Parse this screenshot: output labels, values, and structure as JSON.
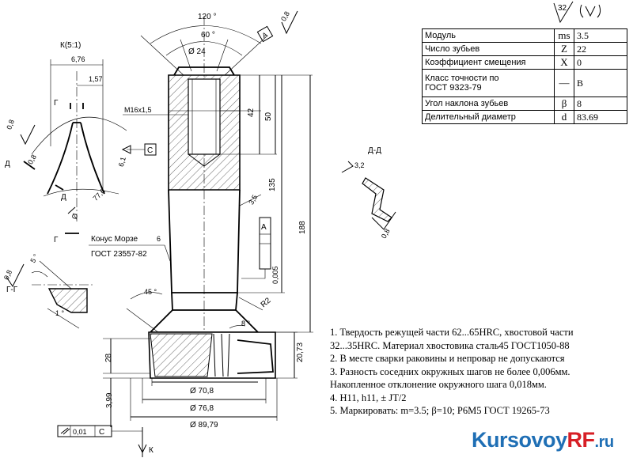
{
  "drawing": {
    "detail_k_title": "К(5:1)",
    "section_gg_title": "Г-Г",
    "section_dd_title": "Д-Д",
    "morse_label": "Конус Морзе",
    "morse_number": "6",
    "gost_label": "ГОСТ 23557-82",
    "thread_label": "M16x1,5",
    "roughness_corner": "32",
    "dims": {
      "a120": "120 °",
      "a60": "60 °",
      "d24": "Ø 24",
      "r08_top": "0,8",
      "d676": "6,76",
      "d157": "1,57",
      "d42": "42",
      "d50": "50",
      "d135": "135",
      "d188": "188",
      "d35": "3,5",
      "d0005": "0,005",
      "r2": "R2",
      "a45": "45 °",
      "a8": "8 °",
      "d28": "28",
      "d2073": "20,73",
      "d399": "3,99",
      "dia708": "Ø 70,8",
      "dia768": "Ø 76,8",
      "dia8979": "Ø 89,79",
      "d61": "6,1",
      "d776": "77,6",
      "r08_k1": "0,8",
      "r08_k2": "0,8",
      "r08_gg": "0,8",
      "a5": "5 °",
      "a1": "1 °",
      "d32_dd": "3,2",
      "r08_dd": "0,8",
      "tol_value": "0,01",
      "datum_a": "A",
      "datum_c": "C",
      "letter_g": "Г",
      "letter_d": "Д",
      "letter_k": "К"
    }
  },
  "table": {
    "rows": [
      {
        "name": "Модуль",
        "symbol": "ms",
        "value": "3.5"
      },
      {
        "name": "Число зубьев",
        "symbol": "Z",
        "value": "22"
      },
      {
        "name": "Коэффициент смещения",
        "symbol": "X",
        "value": "0"
      },
      {
        "name": "Класс точности по\nГОСТ 9323-79",
        "symbol": "—",
        "value": "B"
      },
      {
        "name": "Угол наклона зубьев",
        "symbol": "β",
        "value": "8"
      },
      {
        "name": "Делительный диаметр",
        "symbol": "d",
        "value": "83.69"
      }
    ]
  },
  "notes": [
    "1. Твердость режущей части 62...65HRC, хвостовой части",
    "32...35HRC. Материал хвостовика сталь45 ГОСТ1050-88",
    "2. В месте сварки раковины и непровар не допускаются",
    "3. Разность соседних окружных шагов не более 0,006мм.",
    "Накопленное отклонение окружного шага 0,018мм.",
    "4. H11, h11, ± JT/2",
    "5. Маркировать: m=3.5; β=10; Р6М5 ГОСТ 19265-73"
  ],
  "watermark": {
    "main": "Kursovoy",
    "accent": "RF",
    "suffix": ".ru"
  }
}
